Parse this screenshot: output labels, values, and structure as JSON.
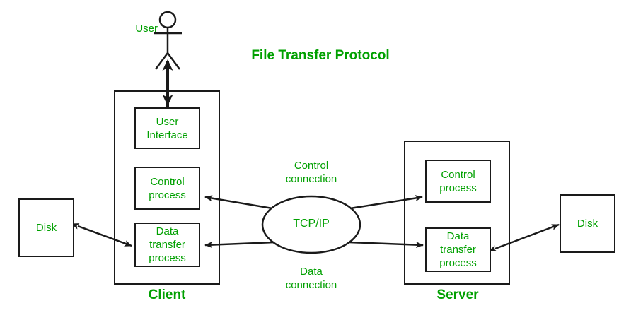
{
  "diagram": {
    "title": "File Transfer Protocol",
    "accent_color": "#00a000",
    "line_color": "#1a1a1a",
    "background": "#ffffff",
    "actor": {
      "label": "User",
      "type": "stick-figure"
    },
    "client": {
      "label": "Client",
      "components": [
        {
          "id": "user-interface",
          "label": "User\nInterface",
          "line1": "User",
          "line2": "Interface"
        },
        {
          "id": "control-process",
          "label": "Control\nprocess",
          "line1": "Control",
          "line2": "process"
        },
        {
          "id": "data-transfer-process",
          "label": "Data\ntransfer\nprocess",
          "line1": "Data",
          "line2": "transfer",
          "line3": "process"
        }
      ]
    },
    "server": {
      "label": "Server",
      "components": [
        {
          "id": "control-process",
          "label": "Control\nprocess",
          "line1": "Control",
          "line2": "process"
        },
        {
          "id": "data-transfer-process",
          "label": "Data\ntransfer\nprocess",
          "line1": "Data",
          "line2": "transfer",
          "line3": "process"
        }
      ]
    },
    "network": {
      "label": "TCP/IP",
      "shape": "ellipse",
      "connections": [
        {
          "id": "control-connection",
          "line1": "Control",
          "line2": "connection"
        },
        {
          "id": "data-connection",
          "line1": "Data",
          "line2": "connection"
        }
      ]
    },
    "storage": [
      {
        "id": "client-disk",
        "label": "Disk",
        "side": "left"
      },
      {
        "id": "server-disk",
        "label": "Disk",
        "side": "right"
      }
    ]
  }
}
